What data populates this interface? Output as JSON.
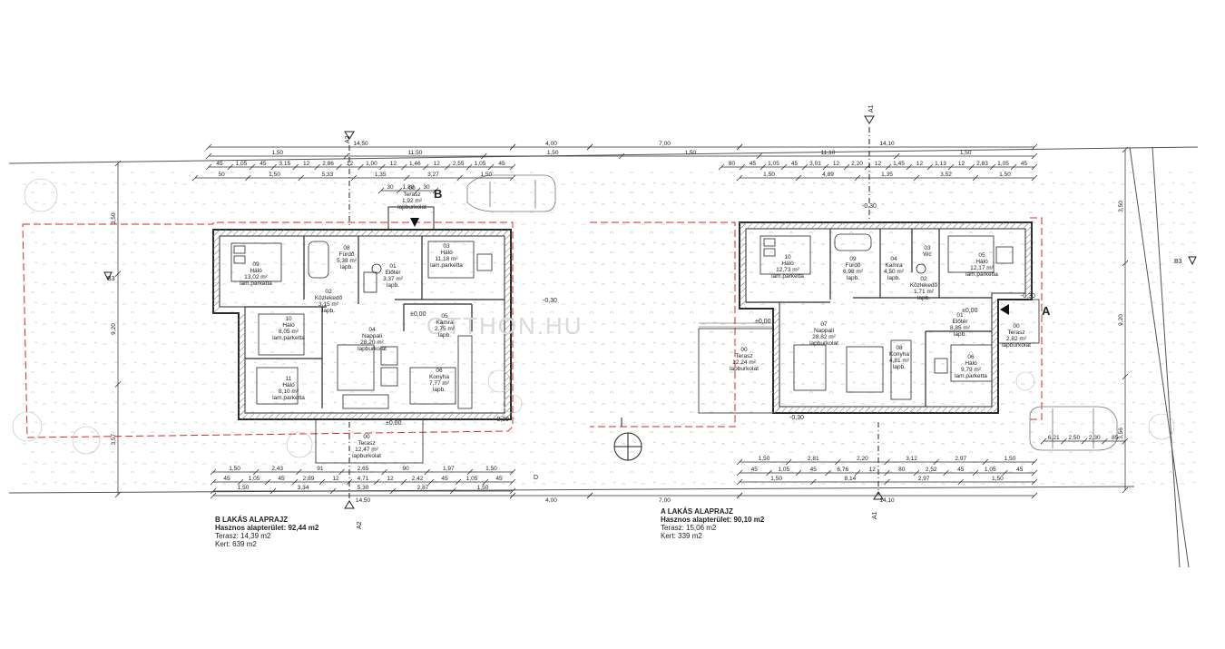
{
  "title": "",
  "watermark": "OTTHON.HU",
  "summary_b": {
    "title": "B LAKÁS ALAPRAJZ",
    "area": "Hasznos alapterület: 92,44 m2",
    "terrace": "Terasz:   14,39 m2",
    "garden": "Kert:       639 m2"
  },
  "summary_a": {
    "title": "A LAKÁS ALAPRAJZ",
    "area": "Hasznos alapterület: 90,10 m2",
    "terrace": "Terasz:  15,06 m2",
    "garden": "Kert:      339 m2"
  },
  "section_marks": {
    "a2_top": "A2",
    "a1_top": "A1",
    "a2_bottom": "A2",
    "a1_bottom": "A1",
    "b3_left": "B3",
    "b3_right": "B3",
    "b": "B",
    "a": "A",
    "d": "D"
  },
  "rooms_b": [
    {
      "id": "09",
      "name": "Háló",
      "area": "13,02 m²",
      "floor": "lam.parketta"
    },
    {
      "id": "08",
      "name": "Fürdő",
      "area": "5,38 m²",
      "floor": "lapb."
    },
    {
      "id": "01",
      "name": "Előtér",
      "area": "3,37 m²",
      "floor": "lapb."
    },
    {
      "id": "03",
      "name": "Háló",
      "area": "11,18 m²",
      "floor": "lam.parketta"
    },
    {
      "id": "02",
      "name": "Közlekedő",
      "area": "3,15 m²",
      "floor": "lapb."
    },
    {
      "id": "10",
      "name": "Háló",
      "area": "8,05 m²",
      "floor": "lam.parketta"
    },
    {
      "id": "04",
      "name": "Nappali",
      "area": "28,20 m²",
      "floor": "lapburkolat"
    },
    {
      "id": "05",
      "name": "Kamra",
      "area": "2,75 m²",
      "floor": "lapb."
    },
    {
      "id": "11",
      "name": "Háló",
      "area": "8,10 m²",
      "floor": "lam.parketta"
    },
    {
      "id": "06",
      "name": "Konyha",
      "area": "7,77 m²",
      "floor": "lapb."
    },
    {
      "id": "00",
      "name": "Terasz",
      "area": "12,47 m²",
      "floor": "lapburkolat"
    },
    {
      "id": "00",
      "name": "Terasz",
      "area": "1,92 m²",
      "floor": "lapburkolat"
    }
  ],
  "rooms_a": [
    {
      "id": "10",
      "name": "Háló",
      "area": "12,73 m²",
      "floor": "lam.parketta"
    },
    {
      "id": "09",
      "name": "Fürdő",
      "area": "6,98 m²",
      "floor": "lapb."
    },
    {
      "id": "04",
      "name": "Kamra",
      "area": "4,50 m²",
      "floor": "lapb."
    },
    {
      "id": "03",
      "name": "Wc",
      "area": "",
      "floor": ""
    },
    {
      "id": "05",
      "name": "Háló",
      "area": "12,17 m²",
      "floor": "lam.parketta"
    },
    {
      "id": "02",
      "name": "Közlekedő",
      "area": "1,71 m²",
      "floor": "lapb."
    },
    {
      "id": "07",
      "name": "Nappali",
      "area": "28,82 m²",
      "floor": "lapburkolat"
    },
    {
      "id": "01",
      "name": "Előtér",
      "area": "8,85 m²",
      "floor": "lapb."
    },
    {
      "id": "00",
      "name": "Terasz",
      "area": "2,82 m²",
      "floor": "lapburkolat"
    },
    {
      "id": "00",
      "name": "Terasz",
      "area": "12,24 m²",
      "floor": "lapburkolat"
    },
    {
      "id": "08",
      "name": "Konyha",
      "area": "4,81 m²",
      "floor": "lapb."
    },
    {
      "id": "06",
      "name": "Háló",
      "area": "9,79 m²",
      "floor": "lam.parketta"
    }
  ],
  "levels": {
    "b_inner": "±0,00",
    "b_terrace": "±0,00",
    "b_out_1": "-0,30",
    "b_out_2": "-0,30",
    "a_inner": "±0,00",
    "a_terrace": "±0,00",
    "a_out_1": "-0,30",
    "a_out_2": "-0,30",
    "a_out_3": "-0,30"
  },
  "dims": {
    "top_row1": [
      "14,50",
      "4,00",
      "7,00",
      "14,10"
    ],
    "top_row2": [
      "1,50",
      "11,50",
      "1,50",
      "1,50",
      "11,10",
      "1,50"
    ],
    "top_row3_b": [
      "45",
      "1,05",
      "45",
      "3,15",
      "12",
      "2,86",
      "12",
      "1,00",
      "12",
      "1,46",
      "12",
      "2,55",
      "1,05",
      "45"
    ],
    "top_row3_a": [
      "80",
      "45",
      "1,05",
      "45",
      "3,01",
      "12",
      "2,20",
      "12",
      "1,45",
      "12",
      "1,13",
      "12",
      "2,83",
      "1,05",
      "45"
    ],
    "top_row4_b": [
      "50",
      "1,50",
      "5,33",
      "1,35",
      "3,27",
      "1,50"
    ],
    "top_row4_a": [
      "1,50",
      "4,89",
      "1,35",
      "3,52",
      "1,50"
    ],
    "bottom_row1_b": [
      "1,50",
      "2,43",
      "91",
      "2,65",
      "90",
      "1,97",
      "1,50"
    ],
    "bottom_row2_b": [
      "45",
      "1,05",
      "45",
      "2,89",
      "12",
      "4,71",
      "12",
      "2,42",
      "45",
      "1,05",
      "45"
    ],
    "bottom_row3_b": [
      "1,50",
      "3,34",
      "5,30",
      "2,87",
      "1,50"
    ],
    "bottom_total": [
      "14,50",
      "4,00",
      "7,00",
      "14,10"
    ],
    "bottom_row1_a": [
      "1,50",
      "2,81",
      "2,20",
      "3,12",
      "2,97",
      "1,50"
    ],
    "bottom_row2_a": [
      "45",
      "1,05",
      "45",
      "6,76",
      "12",
      "80",
      "2,52",
      "45",
      "1,05",
      "45"
    ],
    "bottom_row3_a": [
      "1,50",
      "8,14",
      "2,97",
      "1,50"
    ],
    "left_b": [
      "3,50",
      "9,20",
      "3,57"
    ],
    "right_a": [
      "3,50",
      "9,20",
      "3,56"
    ],
    "terrace_b": [
      "30",
      "1,80",
      "30"
    ],
    "car_a": [
      "6,21",
      "2,50",
      "2,30",
      "85"
    ]
  },
  "colors": {
    "line": "#2a2a2a",
    "wall": "#9a9a9a",
    "dash_red": "#d62b2b",
    "hatch": "#8a8a8a",
    "green": "#b9c9b9"
  }
}
